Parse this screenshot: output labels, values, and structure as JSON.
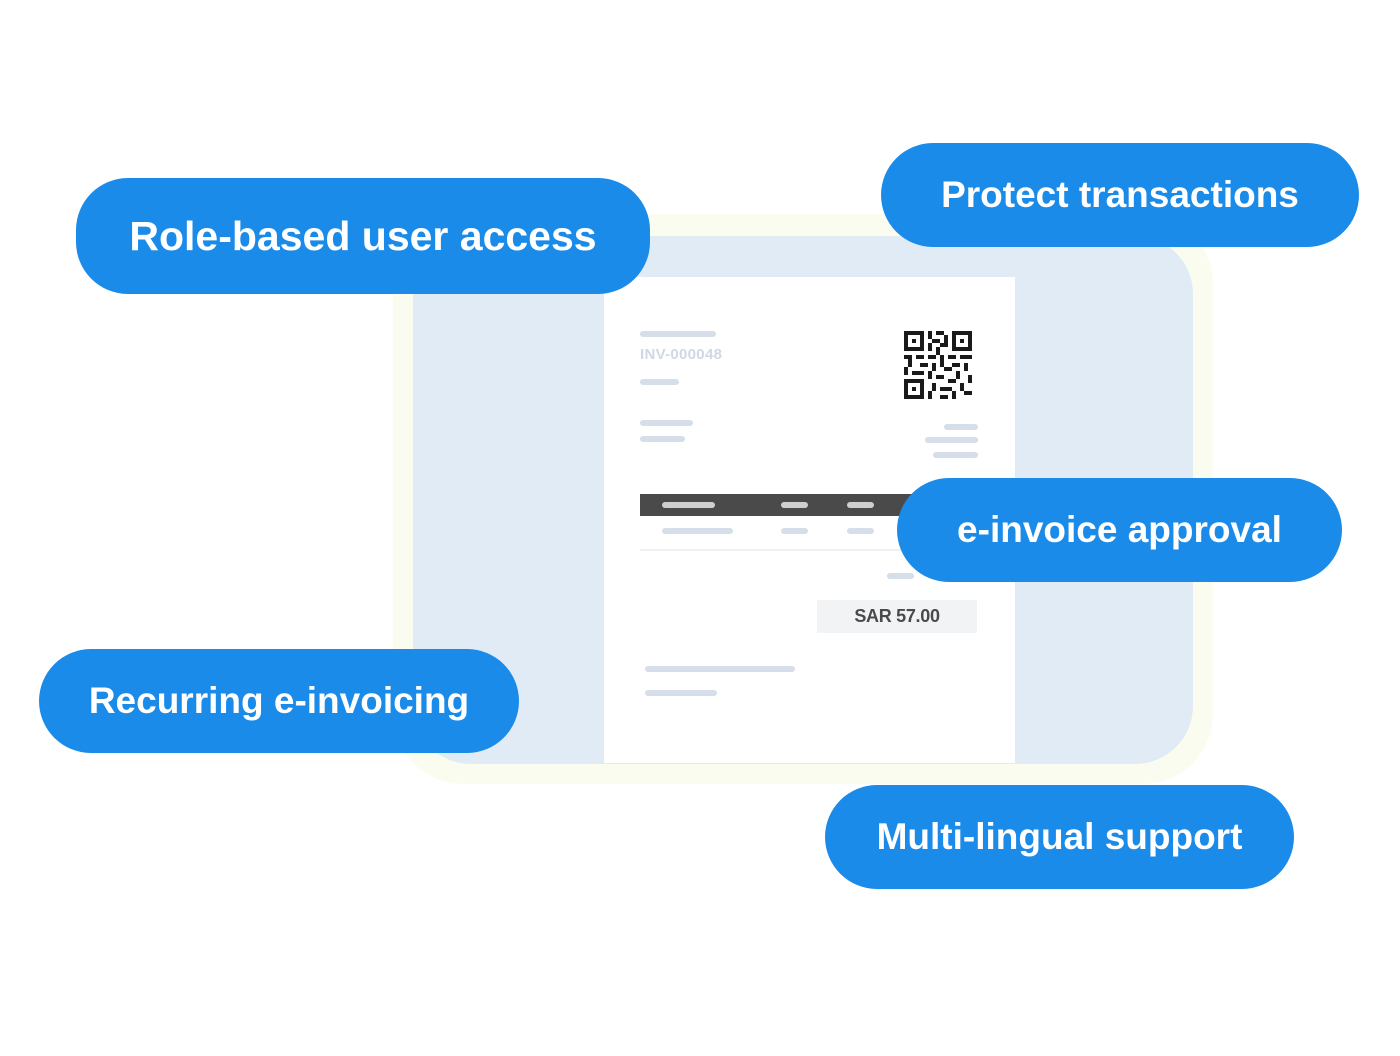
{
  "invoice": {
    "number": "INV-000048",
    "total": "SAR 57.00"
  },
  "features": {
    "role_based": "Role-based user access",
    "protect": "Protect transactions",
    "approval": "e-invoice approval",
    "recurring": "Recurring e-invoicing",
    "multilingual": "Multi-lingual support"
  },
  "colors": {
    "pill": "#1b8be9",
    "device": "#e1ebf5",
    "paper": "#ffffff",
    "placeholder": "#d5dee9"
  },
  "icons": {
    "qr": "qr-code-icon"
  }
}
